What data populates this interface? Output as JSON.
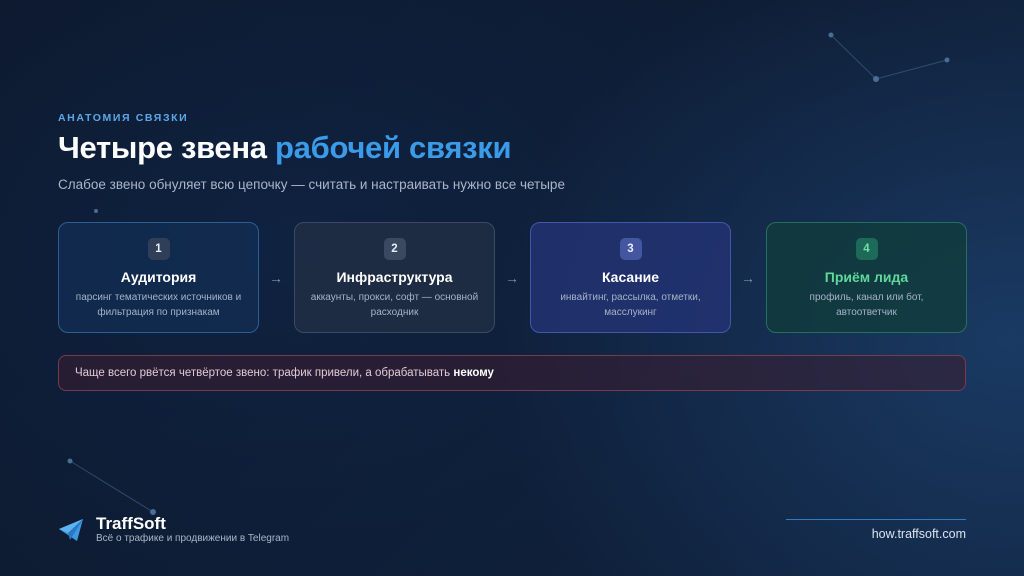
{
  "eyebrow": "АНАТОМИЯ СВЯЗКИ",
  "title": {
    "part1": "Четыре звена ",
    "part2": "рабочей связки"
  },
  "subtitle": "Слабое звено обнуляет всю цепочку — считать и настраивать нужно все четыре",
  "steps": [
    {
      "number": "1",
      "title": "Аудитория",
      "description": "парсинг тематических источников и фильтрация по признакам"
    },
    {
      "number": "2",
      "title": "Инфраструктура",
      "description": "аккаунты, прокси, софт — основной расходник"
    },
    {
      "number": "3",
      "title": "Касание",
      "description": "инвайтинг, рассылка, отметки, масслукинг"
    },
    {
      "number": "4",
      "title": "Приём лида",
      "description": "профиль, канал или бот, автоответчик"
    }
  ],
  "arrow_glyph": "→",
  "alert": {
    "text": "Чаще всего рвётся четвёртое звено: трафик привели, а обрабатывать ",
    "emphasis": "некому"
  },
  "footer": {
    "brand": "TraffSoft",
    "tagline": "Всё о трафике и продвижении в Telegram",
    "site": "how.traffsoft.com",
    "logo_icon": "paper-plane-icon"
  },
  "colors": {
    "accent_blue": "#3b9be8",
    "step4_green": "#5fd89c",
    "alert_border": "#7a3a4d"
  }
}
